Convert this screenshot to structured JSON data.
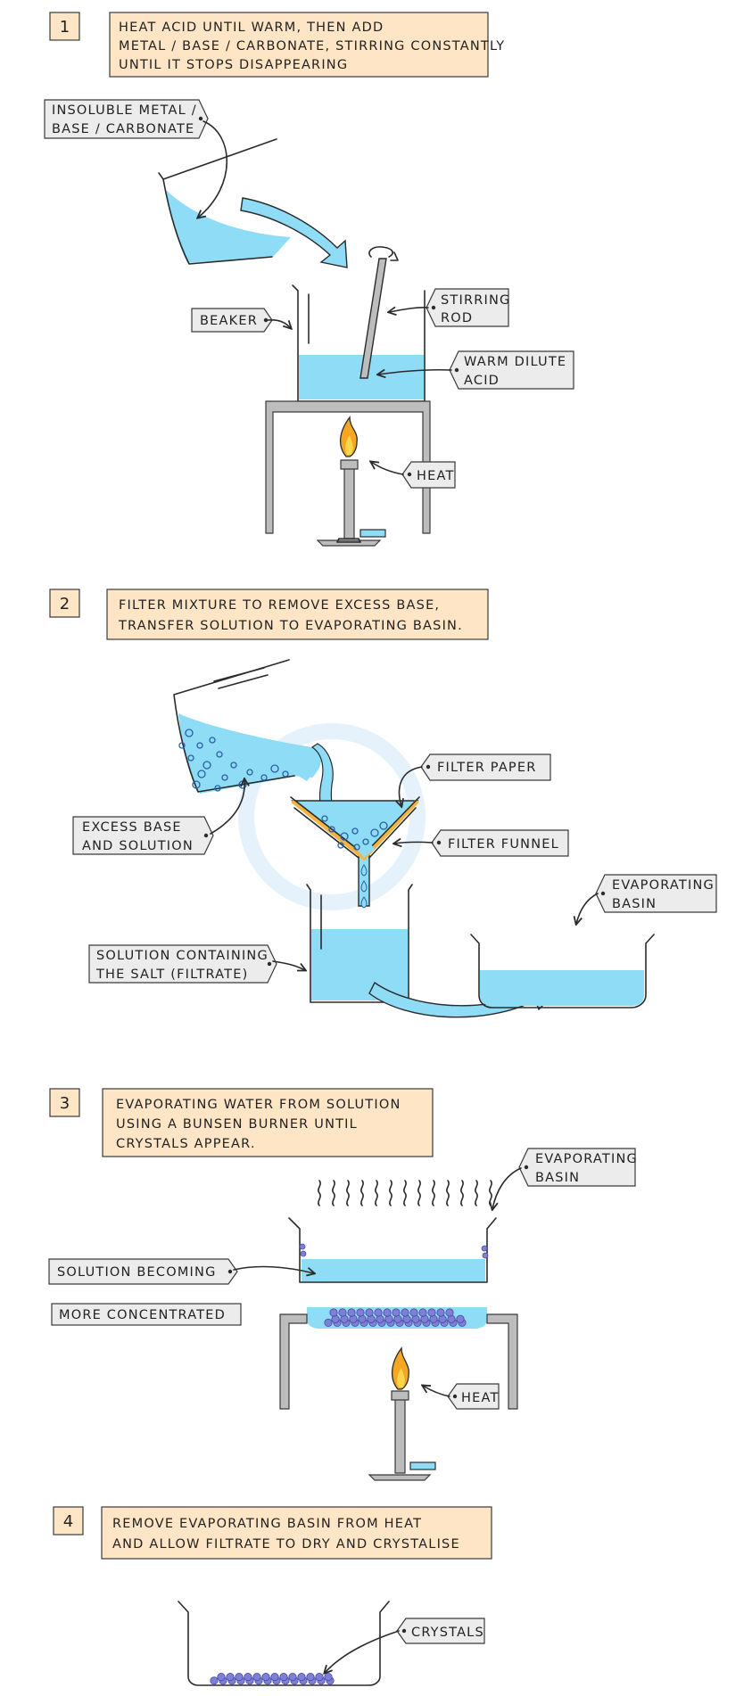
{
  "steps": [
    {
      "number": "1",
      "instruction": [
        "HEAT ACID UNTIL WARM, THEN ADD",
        "METAL / BASE / CARBONATE, STIRRING CONSTANTLY",
        "UNTIL IT STOPS DISAPPEARING"
      ],
      "labels": {
        "solid": [
          "INSOLUBLE METAL /",
          "BASE / CARBONATE"
        ],
        "beaker": "BEAKER",
        "rod": [
          "STIRRING",
          "ROD"
        ],
        "acid": [
          "WARM DILUTE",
          "ACID"
        ],
        "heat": "HEAT"
      }
    },
    {
      "number": "2",
      "instruction": [
        "FILTER MIXTURE TO REMOVE EXCESS BASE,",
        "TRANSFER SOLUTION TO EVAPORATING BASIN."
      ],
      "labels": {
        "paper": "FILTER PAPER",
        "funnel": "FILTER FUNNEL",
        "excess": [
          "EXCESS BASE",
          "AND SOLUTION"
        ],
        "basin": [
          "EVAPORATING",
          "BASIN"
        ],
        "filtrate": [
          "SOLUTION CONTAINING",
          "THE SALT (FILTRATE)"
        ]
      }
    },
    {
      "number": "3",
      "instruction": [
        "EVAPORATING WATER FROM SOLUTION",
        "USING A BUNSEN BURNER UNTIL",
        "CRYSTALS APPEAR."
      ],
      "labels": {
        "basin": [
          "EVAPORATING",
          "BASIN"
        ],
        "conc1": "SOLUTION BECOMING",
        "conc2": "MORE CONCENTRATED",
        "heat": "HEAT"
      }
    },
    {
      "number": "4",
      "instruction": [
        "REMOVE EVAPORATING BASIN FROM HEAT",
        "AND ALLOW FILTRATE TO DRY AND CRYSTALISE"
      ],
      "labels": {
        "crystals": "CRYSTALS"
      }
    }
  ],
  "colors": {
    "solution": "#8fdcf7",
    "instruction_box": "#fde5c6",
    "label_tag": "#ececec",
    "flame_outer": "#f5a623",
    "flame_inner": "#ffd54a",
    "crystals": "#7e7fd6",
    "bubbles": "#2a5fa3"
  }
}
